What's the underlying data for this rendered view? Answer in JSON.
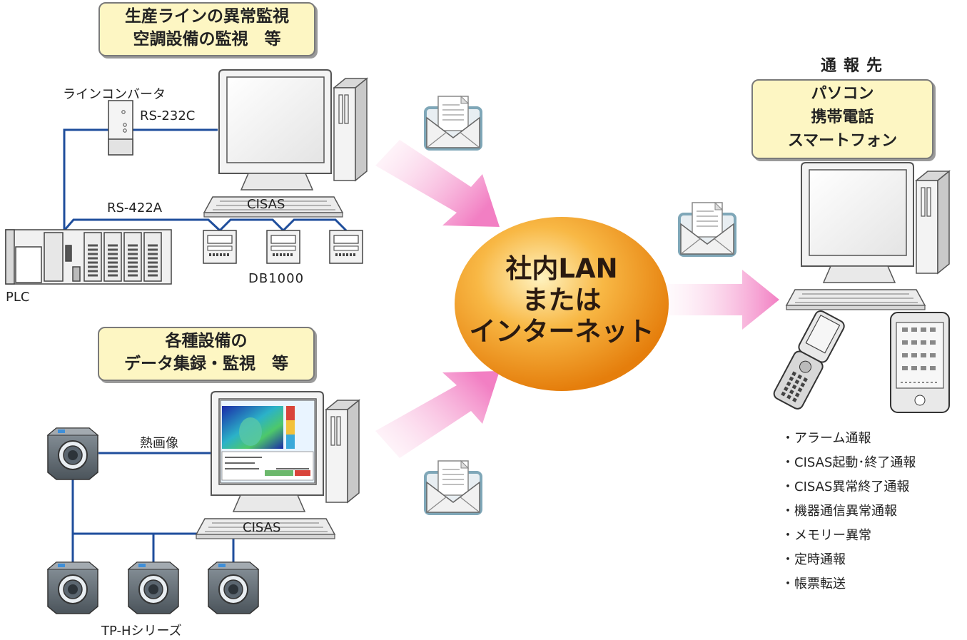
{
  "callouts": {
    "production": [
      "生産ラインの異常監視",
      "空調設備の監視　等"
    ],
    "equipment": [
      "各種設備の",
      "データ集録・監視　等"
    ],
    "destination": [
      "パソコン",
      "携帯電話",
      "スマートフォン"
    ]
  },
  "labels": {
    "line_converter": "ラインコンバータ",
    "rs232c": "RS-232C",
    "rs422a": "RS-422A",
    "plc": "PLC",
    "db1000": "DB1000",
    "cisas_top": "CISAS",
    "cisas_bottom": "CISAS",
    "thermal_image": "熱画像",
    "tp_series": "TP-Hシリーズ",
    "destination_title": "通報先"
  },
  "hub": [
    "社内LAN",
    "または",
    "インターネット"
  ],
  "notifications": [
    "・アラーム通報",
    "・CISAS起動･終了通報",
    "・CISAS異常終了通報",
    "・機器通信異常通報",
    "・メモリー異常",
    "・定時通報",
    "・帳票転送"
  ],
  "colors": {
    "callout_fill": "#fdf6c3",
    "wire": "#1f4e9c",
    "arrow": "#f07cc0",
    "hub": "#f39a1a"
  },
  "icons": [
    "envelope-icon",
    "computer-icon",
    "camera-icon",
    "flip-phone-icon",
    "smartphone-icon",
    "plc-icon",
    "db1000-icon",
    "line-converter-icon"
  ]
}
